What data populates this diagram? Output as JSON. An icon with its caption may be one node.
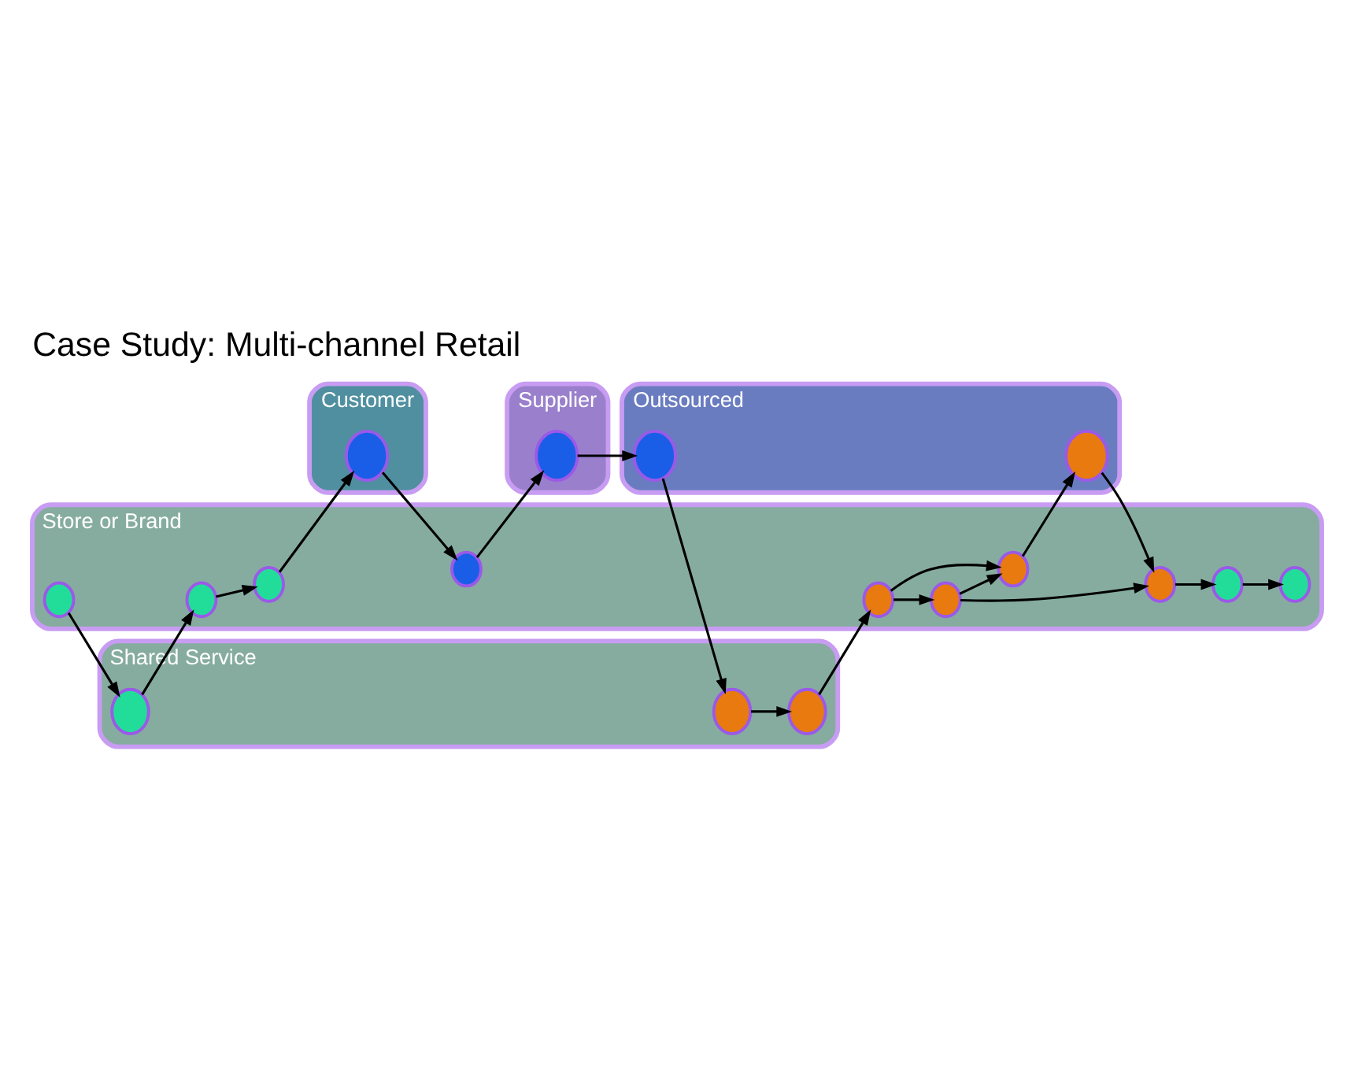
{
  "diagram": {
    "title": "Case Study: Multi-channel Retail",
    "nodes": [
      {
        "text": [
          "Customer"
        ]
      },
      {
        "text": [
          "Store or Brand"
        ]
      },
      {
        "text": [
          "Shared Service"
        ]
      },
      {
        "text": [
          "Supplier"
        ]
      },
      {
        "text": [
          "Outsourced"
        ]
      },
      {
        "text": [],
        "shape": "circle",
        "in": 0
      },
      {
        "text": [],
        "shape": "circle",
        "in": 1
      },
      {
        "text": [],
        "shape": "circle",
        "in": 1
      },
      {
        "text": [],
        "shape": "circle",
        "in": 1
      },
      {
        "text": [],
        "shape": "circle",
        "in": 1
      },
      {
        "text": [],
        "shape": "circle",
        "in": 1
      },
      {
        "text": [],
        "shape": "circle",
        "in": 1
      },
      {
        "text": [],
        "shape": "circle",
        "in": 1
      },
      {
        "text": [],
        "shape": "circle",
        "in": 1
      },
      {
        "text": [],
        "shape": "circle",
        "in": 1
      },
      {
        "text": [],
        "shape": "circle",
        "in": 1
      },
      {
        "text": [],
        "shape": "circle",
        "in": 2
      },
      {
        "text": [],
        "shape": "circle",
        "in": 2
      },
      {
        "text": [],
        "shape": "circle",
        "in": 2
      },
      {
        "text": [],
        "shape": "circle",
        "in": 3
      },
      {
        "text": [],
        "shape": "circle",
        "in": 4
      },
      {
        "text": [],
        "shape": "circle",
        "in": 4
      }
    ],
    "edges": [
      {
        "from": 6,
        "to": 16,
        "arrow": "to"
      },
      {
        "from": 16,
        "to": 7,
        "arrow": "to"
      },
      {
        "from": 7,
        "to": 8,
        "arrow": "to"
      },
      {
        "from": 8,
        "to": 5,
        "arrow": "to"
      },
      {
        "from": 5,
        "to": 9,
        "arrow": "to"
      },
      {
        "from": 9,
        "to": 19,
        "arrow": "to"
      },
      {
        "from": 19,
        "to": 20,
        "arrow": "to"
      },
      {
        "from": 20,
        "to": 17,
        "arrow": "to"
      },
      {
        "from": 17,
        "to": 18,
        "arrow": "to"
      },
      {
        "from": 18,
        "to": 10,
        "arrow": "to"
      },
      {
        "from": 10,
        "to": 11,
        "arrow": "to"
      },
      {
        "from": 10,
        "to": 12,
        "arrow": "to"
      },
      {
        "from": 11,
        "to": 12,
        "arrow": "to"
      },
      {
        "from": 11,
        "to": 13,
        "arrow": "to"
      },
      {
        "from": 12,
        "to": 21,
        "arrow": "to"
      },
      {
        "from": 21,
        "to": 13,
        "arrow": "to"
      },
      {
        "from": 13,
        "to": 14,
        "arrow": "to"
      },
      {
        "from": 14,
        "to": 15,
        "arrow": "to"
      }
    ]
  }
}
